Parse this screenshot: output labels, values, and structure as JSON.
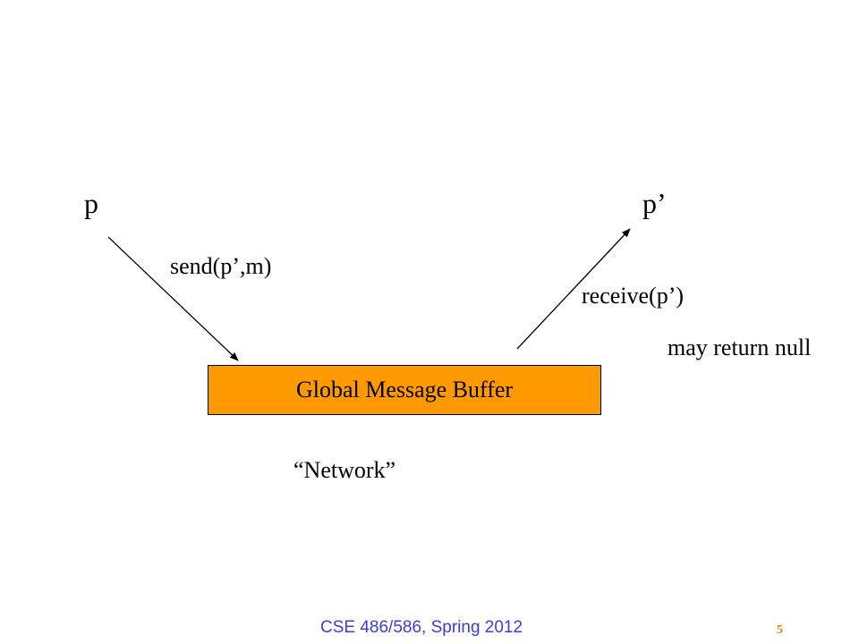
{
  "diagram": {
    "nodes": {
      "p": "p",
      "p_prime": "p’"
    },
    "edges": {
      "send": "send(p’,m)",
      "receive": "receive(p’)",
      "receive_note": "may return null"
    },
    "buffer": {
      "label": "Global Message Buffer",
      "fill": "#ff9900"
    },
    "network_label": "“Network”"
  },
  "footer": {
    "course": "CSE 486/586, Spring 2012",
    "page_number": "5"
  },
  "colors": {
    "footer_text": "#3d3dd6",
    "page_number": "#d68200"
  }
}
